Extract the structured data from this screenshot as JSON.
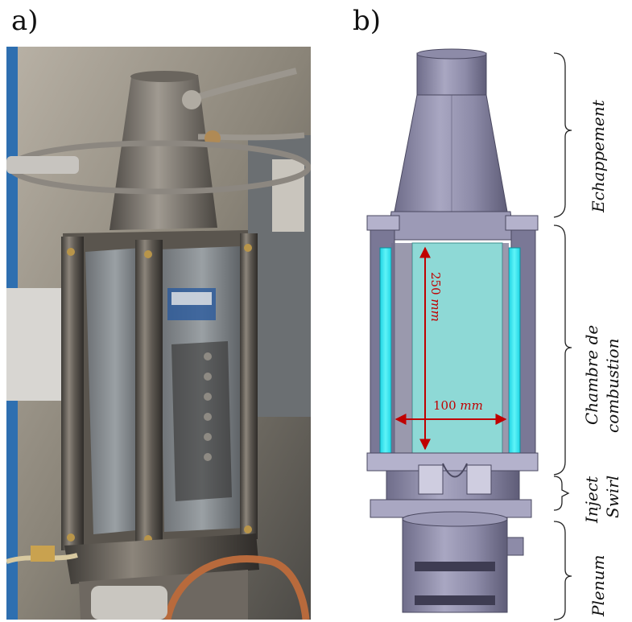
{
  "panels": {
    "a": {
      "label": "a)"
    },
    "b": {
      "label": "b)"
    }
  },
  "sections": {
    "exhaust": {
      "label": "Echappement"
    },
    "chamber": {
      "line1": "Chambre de",
      "line2": "combustion"
    },
    "inject": {
      "label": "Inject"
    },
    "swirl": {
      "label": "Swirl"
    },
    "plenum": {
      "label": "Plenum"
    }
  },
  "dimensions": {
    "height": {
      "value": "250",
      "unit": "mm"
    },
    "width": {
      "value": "100",
      "unit": "mm"
    }
  },
  "colors": {
    "dimension": "#c00000",
    "window": "#2fe6f0",
    "chamber_interior": "#8ed9d6",
    "metal": "#8e8ca8"
  }
}
